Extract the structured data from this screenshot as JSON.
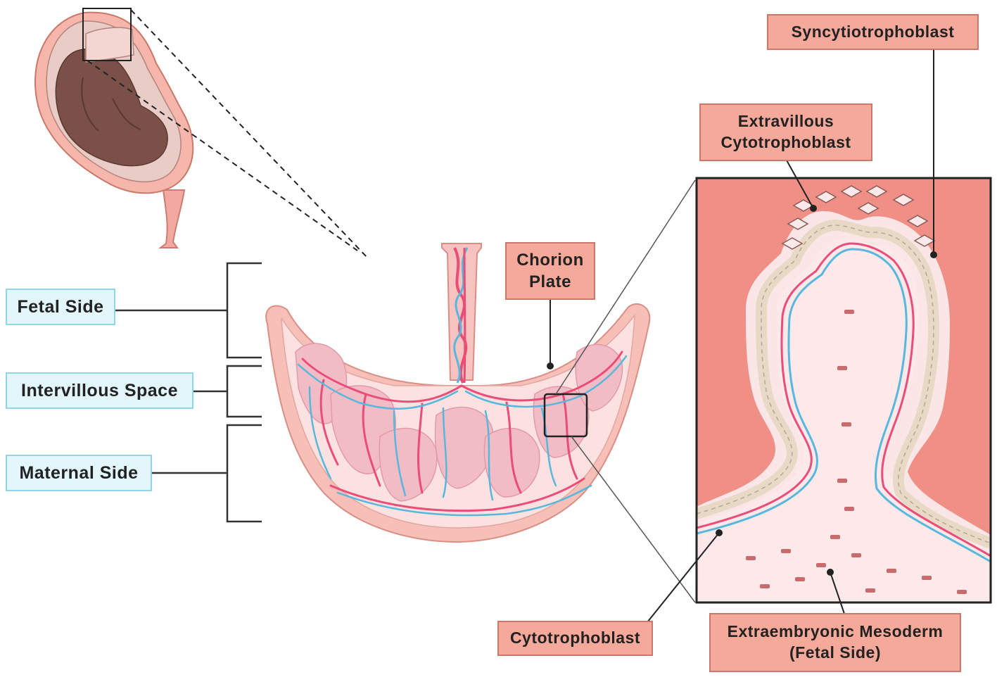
{
  "colors": {
    "tissue_light": "#f9dedc",
    "tissue_mid": "#f6c3c0",
    "tissue_dark": "#f0aab0",
    "maternal_bg": "#ef8f86",
    "artery_red": "#ea4d78",
    "vein_blue": "#58b7dd",
    "cytotrophoblast_cells": "#e8d9c6",
    "blue_label_fill": "#e2f6fb",
    "blue_label_border": "#8fd6e6",
    "salmon_label_fill": "#f4a99a",
    "salmon_label_border": "#c9786a",
    "leader_line": "#333333"
  },
  "labels": {
    "fetal_side": "Fetal Side",
    "intervillous_space": "Intervillous Space",
    "maternal_side": "Maternal Side",
    "chorion_plate": "Chorion\nPlate",
    "syncytiotrophoblast": "Syncytiotrophoblast",
    "extravillous_cytotrophoblast": "Extravillous\nCytotrophoblast",
    "cytotrophoblast": "Cytotrophoblast",
    "extraembryonic_mesoderm": "Extraembryonic Mesoderm\n(Fetal Side)"
  }
}
